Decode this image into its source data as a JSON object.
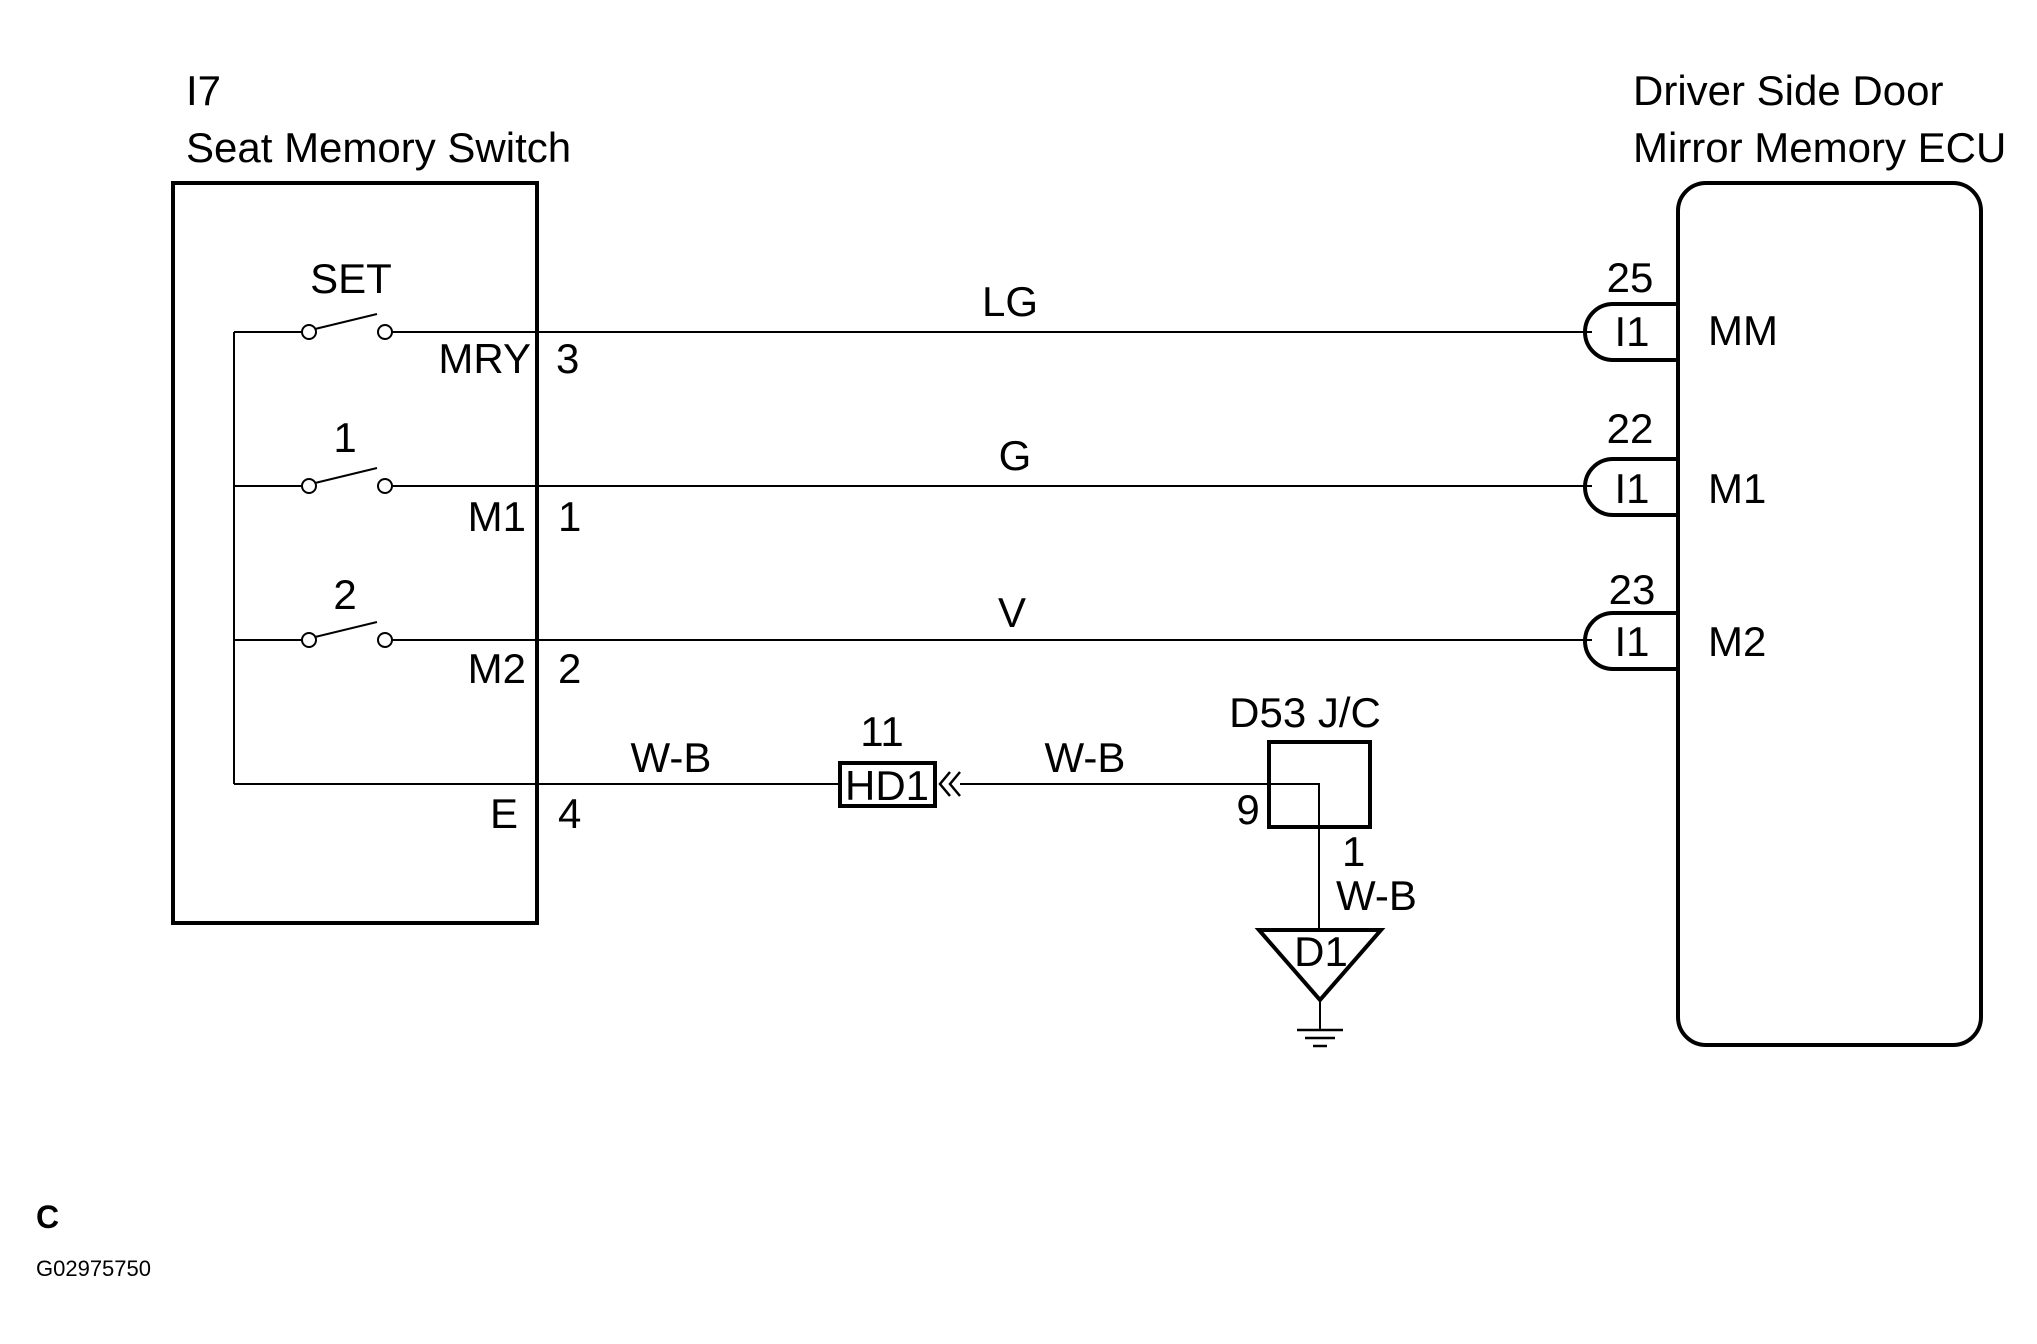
{
  "switch_module": {
    "connector": "I7",
    "name": "Seat Memory Switch",
    "switches": [
      {
        "label": "SET",
        "terminal_name": "MRY",
        "pin": "3"
      },
      {
        "label": "1",
        "terminal_name": "M1",
        "pin": "1"
      },
      {
        "label": "2",
        "terminal_name": "M2",
        "pin": "2"
      }
    ],
    "ground_terminal": {
      "name": "E",
      "pin": "4"
    }
  },
  "ecu": {
    "name_line1": "Driver Side Door",
    "name_line2": "Mirror Memory ECU",
    "terminals": [
      {
        "pin": "25",
        "connector": "I1",
        "name": "MM"
      },
      {
        "pin": "22",
        "connector": "I1",
        "name": "M1"
      },
      {
        "pin": "23",
        "connector": "I1",
        "name": "M2"
      }
    ]
  },
  "wires": {
    "mry_color": "LG",
    "m1_color": "G",
    "m2_color": "V",
    "ground_left_color": "W-B",
    "ground_right_color": "W-B",
    "ground_drop_color": "W-B"
  },
  "connector_hd1": {
    "name": "HD1",
    "pin": "11"
  },
  "junction": {
    "name": "D53 J/C",
    "in_pin": "9",
    "out_pin": "1"
  },
  "ground_point": {
    "name": "D1"
  },
  "footer": {
    "code": "C",
    "figure_id": "G02975750"
  }
}
